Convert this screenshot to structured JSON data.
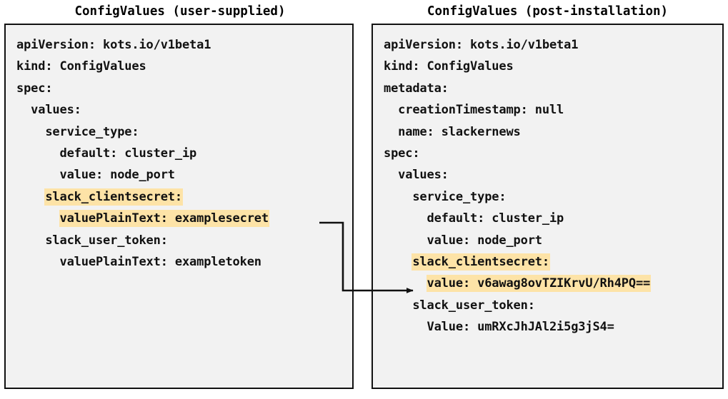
{
  "diagram": {
    "title_left": "ConfigValues (user-supplied)",
    "title_right": "ConfigValues (post-installation)",
    "highlight_color": "#fde3a7",
    "panel_background": "#f2f2f2",
    "panel_border_color": "#111111",
    "connector_color": "#111111",
    "connector_label": "encrypted-value-mapping-arrow"
  },
  "left_panel": {
    "name": "ConfigValues (user-supplied)",
    "lines": [
      {
        "text": "apiVersion: kots.io/v1beta1",
        "highlight": false
      },
      {
        "text": "kind: ConfigValues",
        "highlight": false
      },
      {
        "text": "spec:",
        "highlight": false
      },
      {
        "text": "  values:",
        "highlight": false
      },
      {
        "text": "    service_type:",
        "highlight": false
      },
      {
        "text": "      default: cluster_ip",
        "highlight": false
      },
      {
        "text": "      value: node_port",
        "highlight": false
      },
      {
        "text": "    slack_clientsecret:",
        "highlight": true
      },
      {
        "text": "      valuePlainText: examplesecret",
        "highlight": true
      },
      {
        "text": "    slack_user_token:",
        "highlight": false
      },
      {
        "text": "      valuePlainText: exampletoken",
        "highlight": false
      }
    ]
  },
  "right_panel": {
    "name": "ConfigValues (post-installation)",
    "lines": [
      {
        "text": "apiVersion: kots.io/v1beta1",
        "highlight": false
      },
      {
        "text": "kind: ConfigValues",
        "highlight": false
      },
      {
        "text": "metadata:",
        "highlight": false
      },
      {
        "text": "  creationTimestamp: null",
        "highlight": false
      },
      {
        "text": "  name: slackernews",
        "highlight": false
      },
      {
        "text": "spec:",
        "highlight": false
      },
      {
        "text": "  values:",
        "highlight": false
      },
      {
        "text": "    service_type:",
        "highlight": false
      },
      {
        "text": "      default: cluster_ip",
        "highlight": false
      },
      {
        "text": "      value: node_port",
        "highlight": false
      },
      {
        "text": "    slack_clientsecret:",
        "highlight": true
      },
      {
        "text": "      value: v6awag8ovTZIKrvU/Rh4PQ==",
        "highlight": true
      },
      {
        "text": "    slack_user_token:",
        "highlight": false
      },
      {
        "text": "      Value: umRXcJhJAl2i5g3jS4=",
        "highlight": false
      }
    ]
  }
}
